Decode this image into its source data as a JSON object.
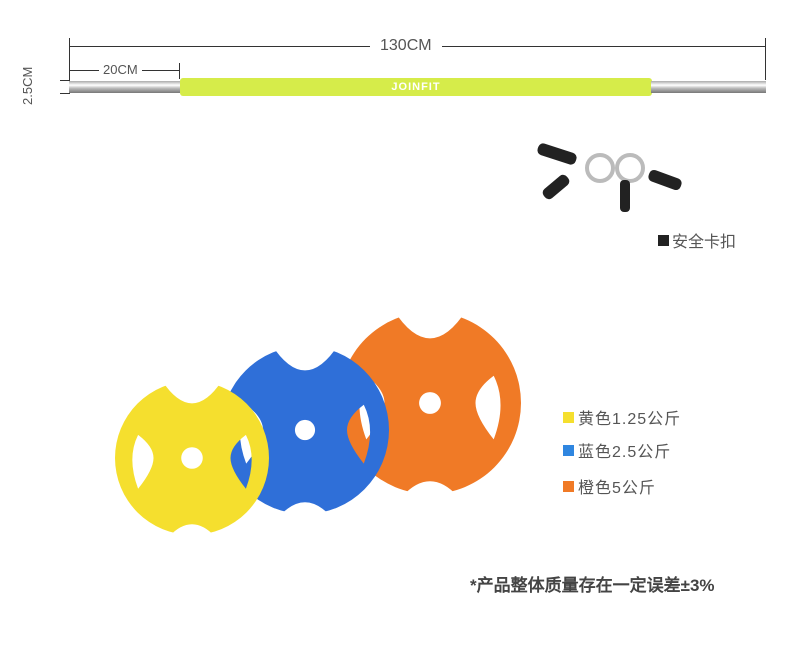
{
  "bar": {
    "length_label": "130CM",
    "sleeve_label": "20CM",
    "diameter_label": "2.5CM",
    "brand": "JOINFIT",
    "color": "#d6ec4a"
  },
  "clip": {
    "label": "安全卡扣"
  },
  "legend": [
    {
      "label": "黄色1.25公斤",
      "color": "#f5df2e"
    },
    {
      "label": "蓝色2.5公斤",
      "color": "#2f86e0"
    },
    {
      "label": "橙色5公斤",
      "color": "#f07a26"
    }
  ],
  "note": "*产品整体质量存在一定误差±3%"
}
